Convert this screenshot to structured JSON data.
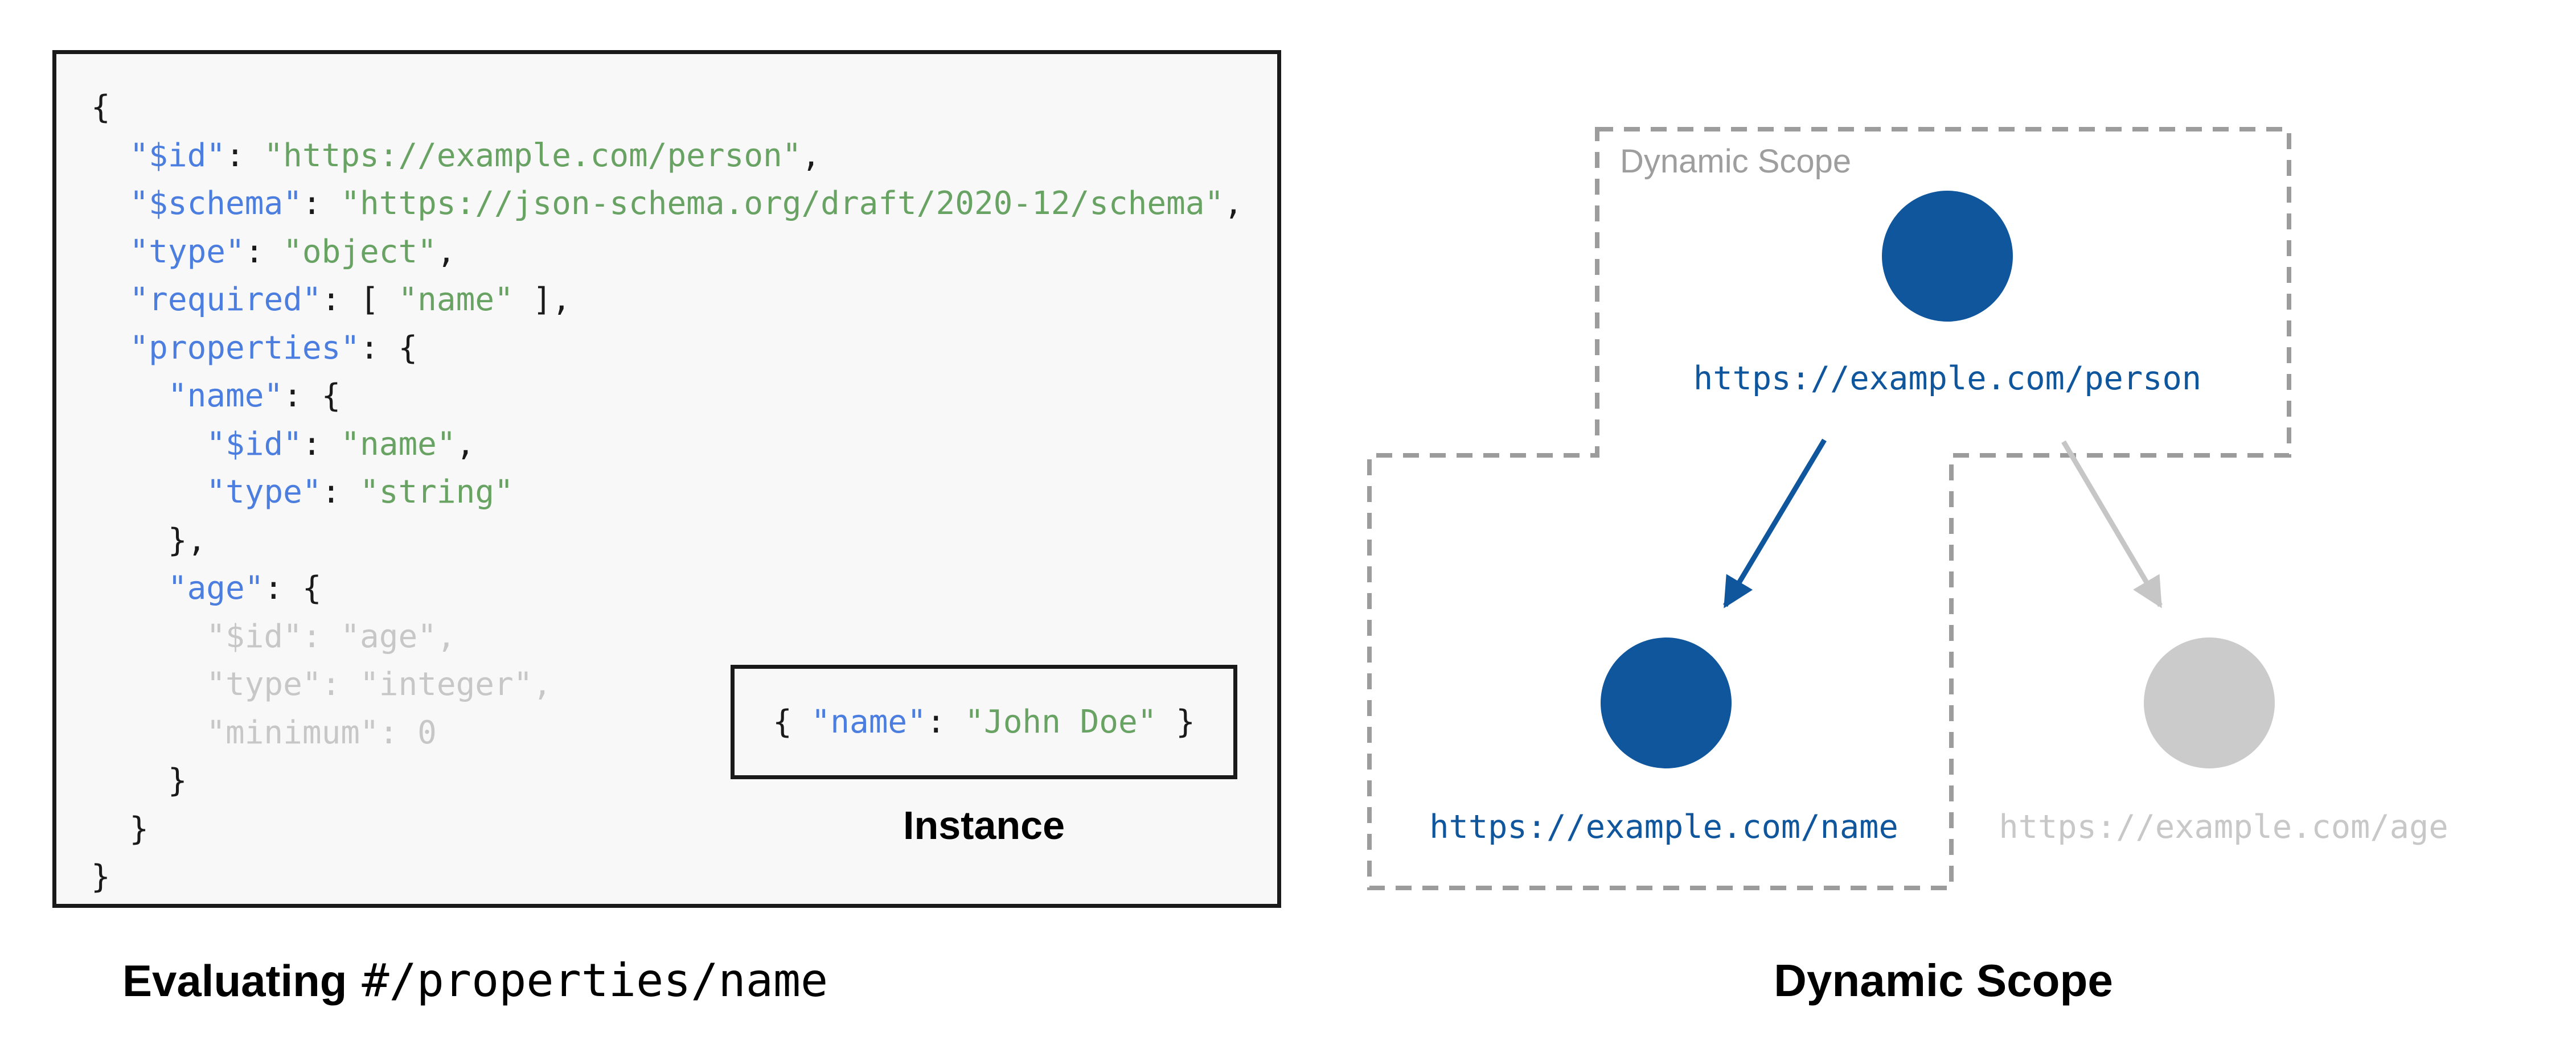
{
  "colors": {
    "panel_bg": "#F8F8F8",
    "panel_border": "#1A1A1A",
    "code_black": "#1A1A1A",
    "key_blue": "#4C7EE0",
    "string_green": "#69A364",
    "dim_gray": "#C7C7C7",
    "scope_blue": "#0F569D",
    "node_gray_fill": "#CBCBCB",
    "node_gray_text": "#C8C8C8",
    "arrow_gray": "#C6C6C6",
    "dash_gray": "#9C9C9C",
    "scope_label_gray": "#9E9E9E"
  },
  "schema_panel": {
    "code_lines": [
      [
        [
          "p",
          "{"
        ]
      ],
      [
        [
          "p",
          "  "
        ],
        [
          "k",
          "\"$id\""
        ],
        [
          "p",
          ": "
        ],
        [
          "s",
          "\"https://example.com/person\""
        ],
        [
          "p",
          ","
        ]
      ],
      [
        [
          "p",
          "  "
        ],
        [
          "k",
          "\"$schema\""
        ],
        [
          "p",
          ": "
        ],
        [
          "s",
          "\"https://json-schema.org/draft/2020-12/schema\""
        ],
        [
          "p",
          ","
        ]
      ],
      [
        [
          "p",
          "  "
        ],
        [
          "k",
          "\"type\""
        ],
        [
          "p",
          ": "
        ],
        [
          "s",
          "\"object\""
        ],
        [
          "p",
          ","
        ]
      ],
      [
        [
          "p",
          "  "
        ],
        [
          "k",
          "\"required\""
        ],
        [
          "p",
          ": [ "
        ],
        [
          "s",
          "\"name\""
        ],
        [
          "p",
          " ],"
        ]
      ],
      [
        [
          "p",
          "  "
        ],
        [
          "k",
          "\"properties\""
        ],
        [
          "p",
          ": {"
        ]
      ],
      [
        [
          "p",
          "    "
        ],
        [
          "k",
          "\"name\""
        ],
        [
          "p",
          ": {"
        ]
      ],
      [
        [
          "p",
          "      "
        ],
        [
          "k",
          "\"$id\""
        ],
        [
          "p",
          ": "
        ],
        [
          "s",
          "\"name\""
        ],
        [
          "p",
          ","
        ]
      ],
      [
        [
          "p",
          "      "
        ],
        [
          "k",
          "\"type\""
        ],
        [
          "p",
          ": "
        ],
        [
          "s",
          "\"string\""
        ]
      ],
      [
        [
          "p",
          "    },"
        ]
      ],
      [
        [
          "p",
          "    "
        ],
        [
          "k",
          "\"age\""
        ],
        [
          "p",
          ": {"
        ]
      ],
      [
        [
          "d",
          "      \"$id\": \"age\","
        ]
      ],
      [
        [
          "d",
          "      \"type\": \"integer\","
        ]
      ],
      [
        [
          "d",
          "      \"minimum\": 0"
        ]
      ],
      [
        [
          "p",
          "    }"
        ]
      ],
      [
        [
          "p",
          "  }"
        ]
      ],
      [
        [
          "p",
          "}"
        ]
      ]
    ],
    "instance_segments": [
      [
        [
          "p",
          "{ "
        ],
        [
          "k",
          "\"name\""
        ],
        [
          "p",
          ": "
        ],
        [
          "s",
          "\"John Doe\""
        ],
        [
          "p",
          " }"
        ]
      ]
    ],
    "instance_caption": "Instance"
  },
  "captions": {
    "left_bold": "Evaluating",
    "left_pointer": "#/properties/name",
    "right": "Dynamic Scope"
  },
  "diagram": {
    "scope_label": "Dynamic Scope",
    "person": {
      "label": "https://example.com/person",
      "state": "in-scope"
    },
    "name": {
      "label": "https://example.com/name",
      "state": "in-scope"
    },
    "age": {
      "label": "https://example.com/age",
      "state": "out-of-scope"
    }
  }
}
